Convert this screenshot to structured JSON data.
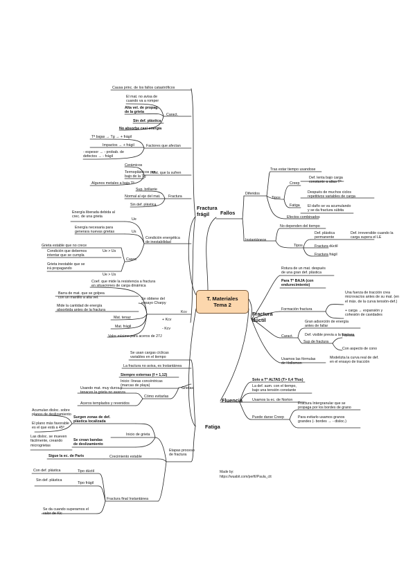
{
  "center": {
    "line1": "T. Materiales",
    "line2": "Tema 2"
  },
  "credit": {
    "label": "Made by:",
    "url": "https://wuabit.com/perfil/Paula_ctt"
  },
  "branches": {
    "fallos": "Fallos",
    "fractura_fragil": "Fractura\nfrágil",
    "fatiga": "Fatiga",
    "diferidos": "Diferidos",
    "instantaneos": "Instantáneos",
    "fractura_ductil": "Fractura\ndúctil",
    "fluencia": "Fluencia"
  },
  "fragil": {
    "caract": {
      "label": "Caract.",
      "top": "Causa princ. de los fallos catastróficos",
      "items": [
        "El mat. no avisa de\ncuando va a romper",
        "Alta vel. de propag.\nde la grieta",
        "Sin def. plástica",
        "No absorbe casi energía"
      ]
    },
    "factores": {
      "label": "Factores que afectan",
      "items": [
        "Tª bajas → Tg → + frágil",
        "Impactos → + frágil",
        "- espesor → - probab. de\ndefectos → - frágil"
      ]
    },
    "mat": {
      "label": "Mat. que la sufren",
      "items": [
        "Cerámicos",
        "Termoplásticos por\nbajo de la Tg",
        "Algunos metales a baja Tª"
      ]
    },
    "fractura": {
      "label": "Fractura",
      "items": [
        "Sup. brillante",
        "Normal al eje del mat.",
        "Sin def. plástica"
      ]
    },
    "condicion": {
      "label": "Condición energética\nde inestabilidad",
      "ue_label": "Ue",
      "ue_text": "Energía liberada debida al\ncrec. de una grieta",
      "us_label": "Us",
      "us_text": "Energía necesaria para\ngenerara nuevas grietas",
      "casos_label": "Casos",
      "casos": [
        {
          "text": "Grieta estable que no crece",
          "cond": "Ue > Us"
        },
        {
          "text": "Condición que debemos\nintentar que se cumpla",
          "cond": ""
        },
        {
          "text": "Grieta inestable que se\nirá propagando",
          "cond": "Ue > Us"
        }
      ]
    },
    "kcv": {
      "label": "Kcv",
      "top": "Coef. que mide la resistencia a fractura\nen situaciones de carga dinámica",
      "charpy_label": "Se obtiene del\nensayo Charpy",
      "charpy_items": [
        "Barra de mat. que se golpea\ncon un martillo a alta vel.",
        "Mide la cantidad de energía\nabsorbida antes de la fractura"
      ],
      "tenaz": "Mat. tenaz",
      "tenaz_val": "+ Kcv",
      "fragil": "Mat. frágil",
      "fragil_val": "- Kcv",
      "valor": "Valor mínimo para aceros de 27J"
    }
  },
  "diferidos": {
    "top": "Tras estar tiempo usandose",
    "tipos_label": "Tipos",
    "creep_label": "Creep",
    "creep_text": "Def. lenta bajo carga\nconstante a altas Tª",
    "fatiga_label": "Fatiga",
    "fatiga_items": [
      "Después de muchos ciclos\nrepetitivos variables de carga",
      "El daño se va acumulando\ny se da fractura súbita"
    ],
    "efectos": "Efectos combinados"
  },
  "instantaneos": {
    "top": "No dependen del tiempo",
    "tipos_label": "Tipos",
    "def_label": "Def. plástica\npermanente",
    "def_text": "Def. irreversible cuando la\ncarga supera el LE",
    "items": [
      "Fractura dúctil",
      "Fractura frágil"
    ]
  },
  "ductil": {
    "rotura": "Rotura de un mat. después\nde una gran def. plástica",
    "para": "Para Tª BAJA (con\nendurecimiento)",
    "formacion_label": "Formación fractura",
    "formacion_items": [
      "Una fuerza de tracción crea\nmicrovacíos antes de su mat. (en\nel máx. de la curva tensión-def.)",
      "+ carga → expansión y\ncohesión de cavidades"
    ],
    "caract_label": "Caract.",
    "caract_items": [
      "Gran adsorción de energía\nantes de fallar",
      "Def. visible previa a la fractura"
    ],
    "sup_label": "Sup de fractura",
    "sup_items": [
      "Fibrosa",
      "Con aspecto de cono"
    ],
    "hollomon_label": "Usamos las fórmulas\nde Hollomon",
    "hollomon_text": "Modelizta la curva real de def.\nen el ensayo de tracción"
  },
  "fluencia": {
    "items": [
      "Solo a Tª ALTAS (T> 0,4 Tfus)",
      "La def. aum. con el tiempo,\nbajo una tensión constante",
      "Usamos la ec. de Norton"
    ],
    "creep_label": "Puede darse Creep",
    "creep_items": [
      "Fractura Intergranular que se\npropaga por los bordes de grano",
      "Para evitarlo usamos granos\ngrandes (- bordes → - disloc.)"
    ]
  },
  "fatiga": {
    "top1": "Se usan cargas cíclicas\nvariables en el tiempo",
    "top2": "La fractura no avisa, es Instantánea",
    "grietas_label": "Grietas",
    "grietas_items": [
      "Siempre externas (f = 1,12)",
      "Inicio: líneas concéntricas\n(marcas de playa)"
    ],
    "evitarlas_label": "Cómo evitarlas",
    "evitarlas_items": [
      "Usando mat. muy duros y\ntenaces la grieta no avanza",
      "Aceros templados y revenidos"
    ],
    "etapas_label": "Etapas proceso\nde fractura",
    "inicio_label": "Inicio de grieta",
    "zonas_label": "Surgen zonas de def.\nplástica localizada",
    "zonas_items": [
      "Acumulan disloc. sobre\nplanos de deslizamiento",
      "El plano más favorable\nes el que está a 45º"
    ],
    "bandas_label": "Se crean bandas\nde deslizamiento",
    "bandas_text": "Las disloc. se mueven\nfácilmente, creando\nmicrogrietas",
    "crec_label": "Crecimiento estable",
    "paris": "Sigue la ec. de Paris",
    "final_label": "Fractura final Instantánea",
    "tipo_ductil": "Tipo dúctil",
    "tipo_ductil_val": "Con def. plástica",
    "tipo_fragil": "Tipo frágil",
    "tipo_fragil_val": "Sin def. plástica",
    "final_text": "Se da cuando superamos el\nvalor de Kic"
  }
}
